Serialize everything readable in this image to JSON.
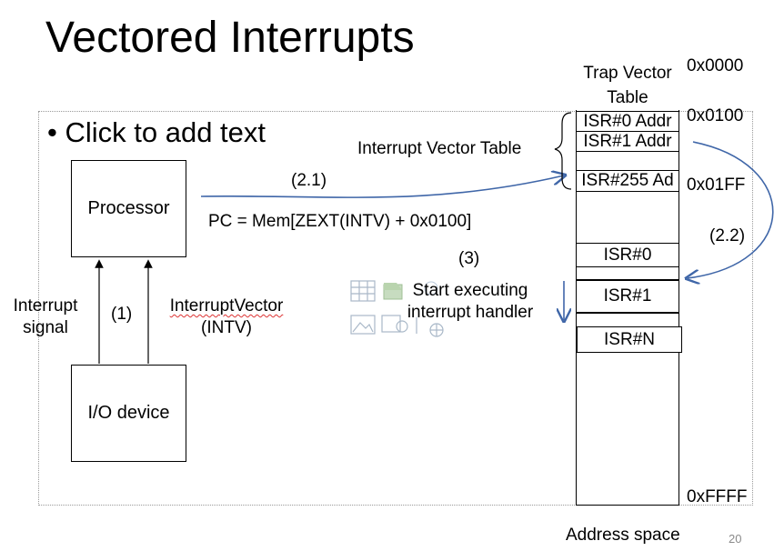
{
  "slide": {
    "title": "Vectored Interrupts",
    "bullet_placeholder": "Click to add text",
    "page_number": "20"
  },
  "diagram": {
    "processor": "Processor",
    "io_device": "I/O device",
    "interrupt_signal_line1": "Interrupt",
    "interrupt_signal_line2": "signal",
    "step1": "(1)",
    "interrupt_vector_line1": "InterruptVector",
    "interrupt_vector_line2": "(INTV)",
    "step21": "(2.1)",
    "pc_formula": "PC = Mem[ZEXT(INTV) + 0x0100]",
    "ivt_label": "Interrupt Vector Table",
    "step3": "(3)",
    "start_line1": "Start executing",
    "start_line2": "interrupt handler",
    "step22": "(2.2)",
    "memory": {
      "trap_line1": "Trap Vector",
      "trap_line2": "Table",
      "isr0_addr": "ISR#0 Addr",
      "isr1_addr": "ISR#1 Addr",
      "isr255_addr": "ISR#255 Ad",
      "isr0": "ISR#0",
      "isr1": "ISR#1",
      "isrn": "ISR#N"
    },
    "addresses": {
      "a0000": "0x0000",
      "a0100": "0x0100",
      "a01ff": "0x01FF",
      "affff": "0xFFFF"
    },
    "address_space": "Address space"
  },
  "colors": {
    "arrow_blue": "#3f66a8",
    "placeholder_icon": "#9fb3c8"
  }
}
